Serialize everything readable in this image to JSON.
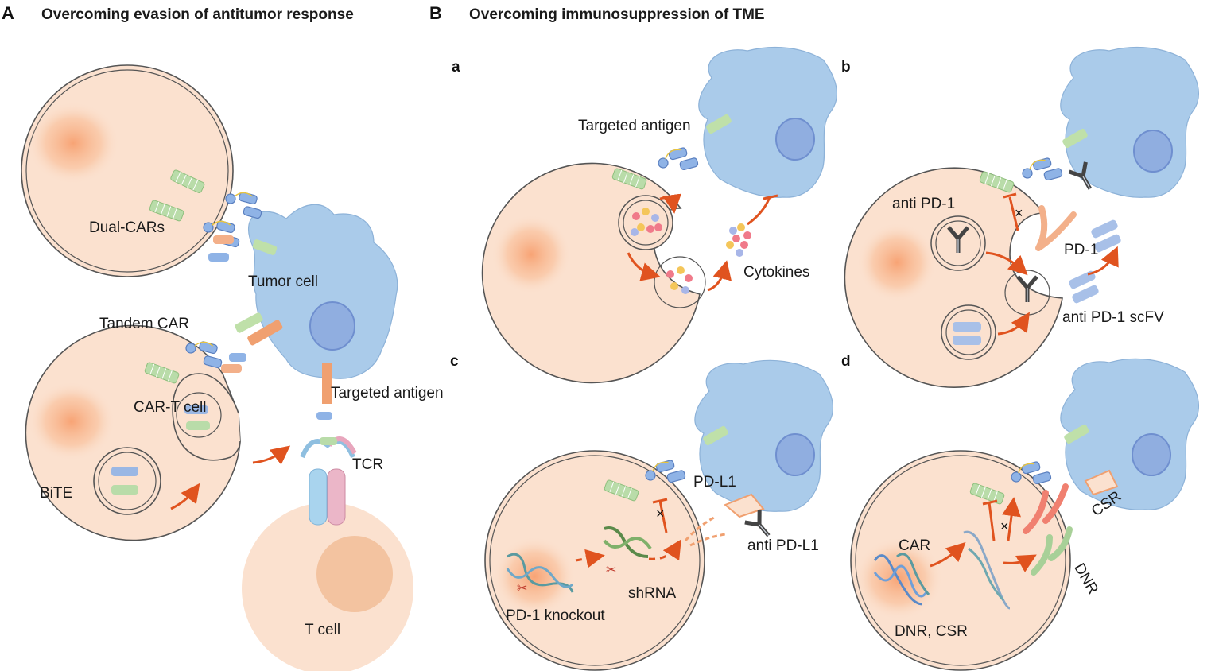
{
  "panel_A": {
    "letter": "A",
    "title": "Overcoming evasion of antitumor response",
    "labels": {
      "dual_cars": "Dual-CARs",
      "tumor_cell": "Tumor cell",
      "tandem_car": "Tandem CAR",
      "car_t_cell": "CAR-T cell",
      "bite": "BiTE",
      "targeted_antigen": "Targeted antigen",
      "tcr": "TCR",
      "t_cell": "T cell"
    }
  },
  "panel_B": {
    "letter": "B",
    "title": "Overcoming immunosuppression of TME",
    "sub_a": {
      "letter": "a",
      "targeted_antigen": "Targeted antigen",
      "cytokines": "Cytokines"
    },
    "sub_b": {
      "letter": "b",
      "anti_pd1": "anti PD-1",
      "pd1": "PD-1",
      "anti_pd1_scfv": "anti PD-1 scFV"
    },
    "sub_c": {
      "letter": "c",
      "pd_l1": "PD-L1",
      "anti_pd_l1": "anti PD-L1",
      "shrna": "shRNA",
      "pd1_knockout": "PD-1 knockout"
    },
    "sub_d": {
      "letter": "d",
      "csr": "CSR",
      "car": "CAR",
      "dnr": "DNR",
      "dnr_csr": "DNR, CSR"
    }
  },
  "colors": {
    "cell_fill": "#fbe1cf",
    "tumor_fill": "#aacbea",
    "nucleus_fill": "#90aee0",
    "arrow": "#e0531f",
    "car_green": "#b9dca9",
    "car_blue": "#8fb3e6",
    "antigen_green": "#bfe0a9",
    "antigen_orange": "#f0a070"
  }
}
